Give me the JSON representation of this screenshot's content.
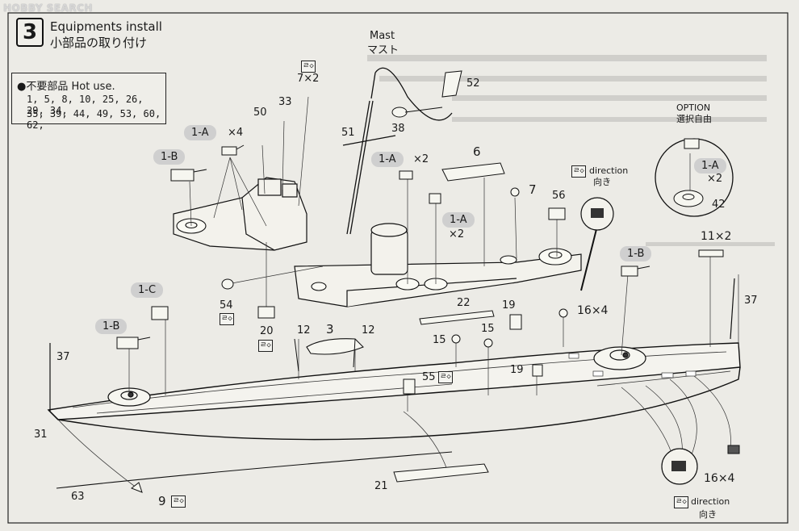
{
  "watermark": "HOBBY SEARCH",
  "step": {
    "number": "3",
    "title_en": "Equipments install",
    "title_ja": "小部品の取り付け"
  },
  "unused_parts": {
    "title": "●不要部品 Hot use.",
    "line1": "1, 5, 8, 10, 25, 26, 29, 34,",
    "line2": "35, 39, 44, 49, 53, 60, 62,"
  },
  "mast": {
    "en": "Mast",
    "ja": "マスト"
  },
  "option": {
    "en": "OPTION",
    "ja": "選択自由"
  },
  "direction": {
    "en": "direction",
    "ja": "向き"
  },
  "icon_glyph": "ㄹ◇",
  "callouts": {
    "a1": "1-A",
    "x4a": "×4",
    "b1": "1-B",
    "a2": "1-A",
    "x2a": "×2",
    "a3": "1-A",
    "x2b": "×2",
    "b2": "1-B",
    "c1": "1-C",
    "b3": "1-B",
    "a4": "1-A",
    "x2c": "×2"
  },
  "part_numbers": {
    "p52": "52",
    "p38": "38",
    "p51": "51",
    "p50": "50",
    "p33": "33",
    "p7x2": "7×2",
    "p6": "6",
    "p7": "7",
    "p56": "56",
    "p42": "42",
    "p11x2": "11×2",
    "p37a": "37",
    "p37b": "37",
    "p54": "54",
    "p20": "20",
    "p12a": "12",
    "p3": "3",
    "p12b": "12",
    "p15a": "15",
    "p15b": "15",
    "p19a": "19",
    "p19b": "19",
    "p22": "22",
    "p16x4a": "16×4",
    "p55": "55",
    "p31": "31",
    "p63": "63",
    "p9": "9",
    "p21": "21",
    "p16x4b": "16×4"
  }
}
